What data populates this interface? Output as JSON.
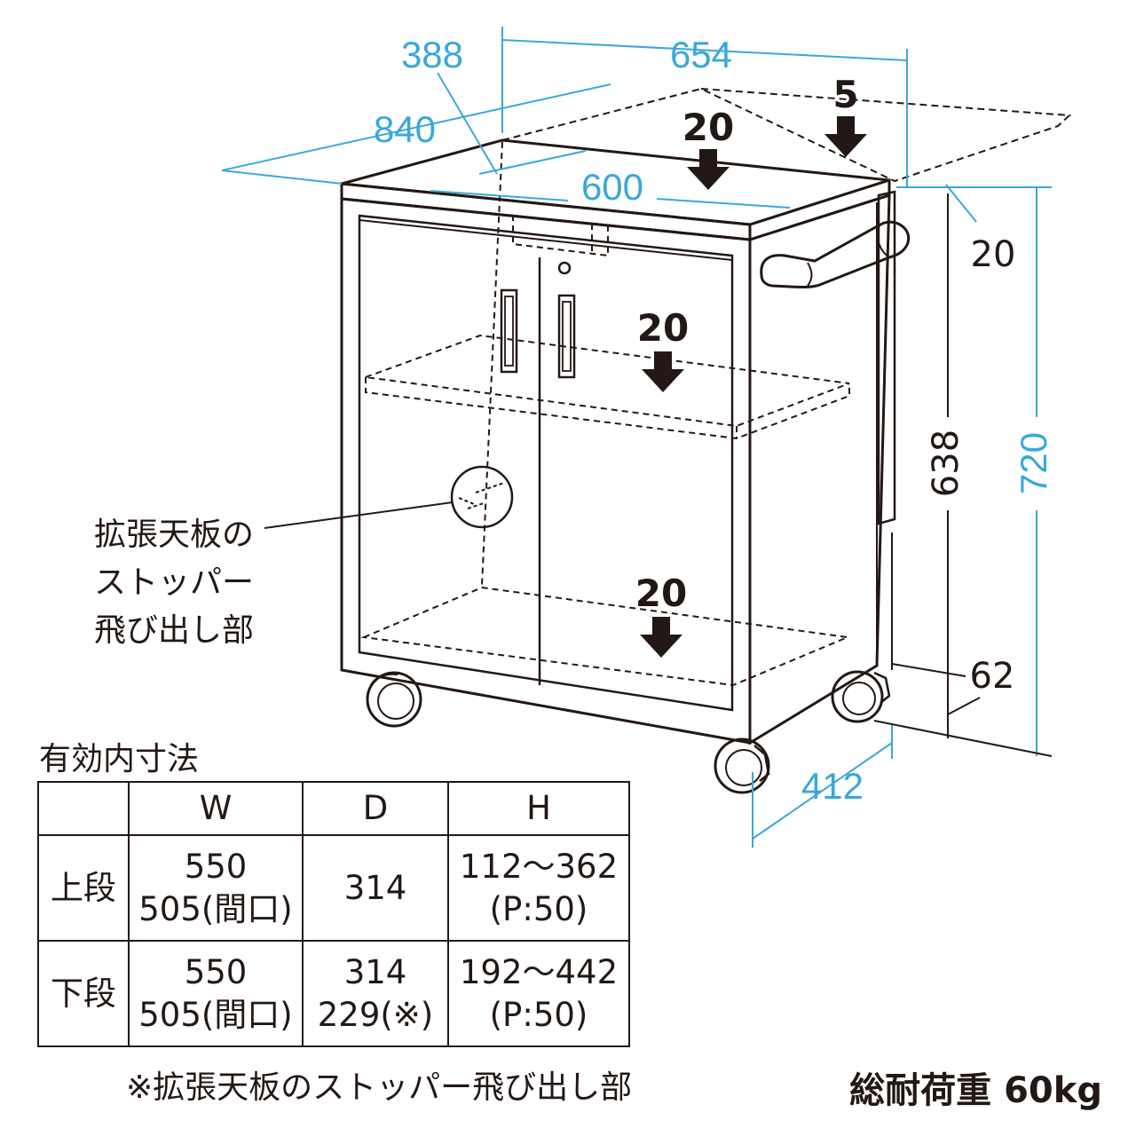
{
  "dimensions": {
    "d654": "654",
    "d388": "388",
    "d840": "840",
    "d600": "600",
    "d20_side": "20",
    "d638": "638",
    "d720": "720",
    "d62": "62",
    "d412": "412"
  },
  "loads": {
    "top": "20",
    "extension": "5",
    "shelf_upper": "20",
    "shelf_lower": "20"
  },
  "callout": {
    "line1": "拡張天板の",
    "line2": "ストッパー",
    "line3": "飛び出し部"
  },
  "spec_table": {
    "caption": "有効内寸法",
    "headers": [
      "",
      "W",
      "D",
      "H"
    ],
    "rows": [
      {
        "label": "上段",
        "w_line1": "550",
        "w_line2": "505(間口)",
        "d_line1": "314",
        "d_line2": "",
        "h_line1": "112～362",
        "h_line2": "(P:50)"
      },
      {
        "label": "下段",
        "w_line1": "550",
        "w_line2": "505(間口)",
        "d_line1": "314",
        "d_line2": "229(※)",
        "h_line1": "192～442",
        "h_line2": "(P:50)"
      }
    ]
  },
  "note": "※拡張天板のストッパー飛び出し部",
  "total_load": "総耐荷重 60kg",
  "colors": {
    "ink": "#231815",
    "dimension": "#3aa8d8"
  }
}
